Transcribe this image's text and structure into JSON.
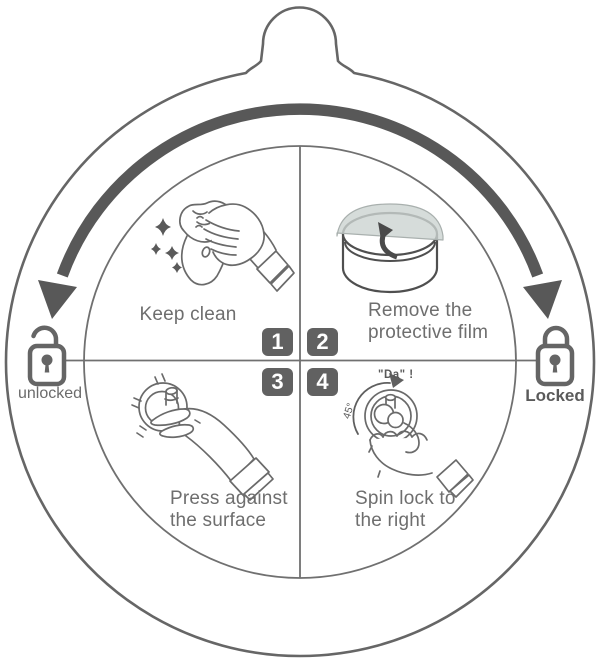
{
  "diagram": {
    "type": "suction-lock-installation-instructions",
    "steps": [
      {
        "num": "1",
        "lines": [
          "Keep clean",
          ""
        ]
      },
      {
        "num": "2",
        "lines": [
          "Remove the",
          "protective film"
        ]
      },
      {
        "num": "3",
        "lines": [
          "Press against",
          "the surface"
        ]
      },
      {
        "num": "4",
        "lines": [
          "Spin lock to",
          "the right"
        ]
      }
    ],
    "locks": {
      "unlocked_label": "unlocked",
      "locked_label": "Locked"
    },
    "annotations": {
      "spin_sound": "\"Da\" !",
      "spin_angle": "45°"
    },
    "icons": {
      "left": "unlocked-padlock-icon",
      "right": "locked-padlock-icon",
      "top": "rotation-arrow",
      "step1": "hand-wiping-cloth-icon",
      "step2": "suction-cup-with-film-icon",
      "step3": "hand-pressing-icon",
      "step4": "hand-spinning-icon"
    },
    "colors": {
      "line": "#6a6a6a",
      "dark_line": "#4f4f4f",
      "arrow": "#585858",
      "badge_bg": "#616161",
      "badge_text": "#ffffff",
      "film_fill": "#ccd3d1",
      "text": "#6e6e6e"
    }
  }
}
